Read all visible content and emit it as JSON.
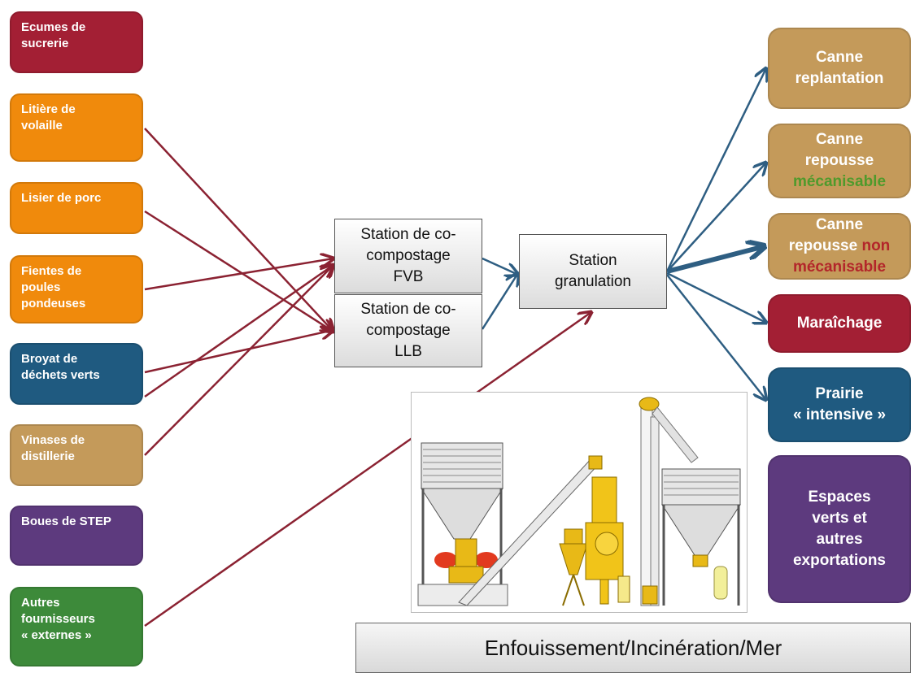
{
  "sources": [
    {
      "label": "Ecumes de\nsucrerie",
      "color": "#a31f34"
    },
    {
      "label": "Litière de\nvolaille",
      "color": "#f08a0c"
    },
    {
      "label": "Lisier de porc",
      "color": "#f08a0c"
    },
    {
      "label": "Fientes de\npoules\npondeuses",
      "color": "#f08a0c"
    },
    {
      "label": "Broyat de\ndéchets verts",
      "color": "#1f5a80"
    },
    {
      "label": "Vinases de\ndistillerie",
      "color": "#c49a5a"
    },
    {
      "label": "Boues de STEP",
      "color": "#5d3a7e"
    },
    {
      "label": "Autres\nfournisseurs\n« externes »",
      "color": "#3d8a3a"
    }
  ],
  "stations": {
    "fvb": "Station de co-\ncompostage\nFVB",
    "llb": "Station de co-\ncompostage\nLLB",
    "granulation": "Station\ngranulation"
  },
  "destinations": {
    "replantation": {
      "line1": "Canne",
      "line2": "replantation",
      "color": "#c49a5a"
    },
    "mecanisable": {
      "line1": "Canne",
      "line2": "repousse",
      "line3": "mécanisable",
      "accent": "#4f9a2c",
      "color": "#c49a5a"
    },
    "non_mecanisable": {
      "line1": "Canne",
      "line2a": "repousse ",
      "line2b": "non",
      "line3": "mécanisable",
      "accent": "#b3262a",
      "color": "#c49a5a"
    },
    "maraichage": {
      "label": "Maraîchage",
      "color": "#a31f34"
    },
    "prairie": {
      "line1": "Prairie",
      "line2": "« intensive »",
      "color": "#1f5a80"
    },
    "espaces": {
      "line1": "Espaces",
      "line2": "verts et",
      "line3": "autres",
      "line4": "exportations",
      "color": "#5d3a7e"
    }
  },
  "bottom": "Enfouissement/Incinération/Mer",
  "colors": {
    "red_arrow": "#8b2232",
    "blue_arrow": "#2e5e82"
  }
}
